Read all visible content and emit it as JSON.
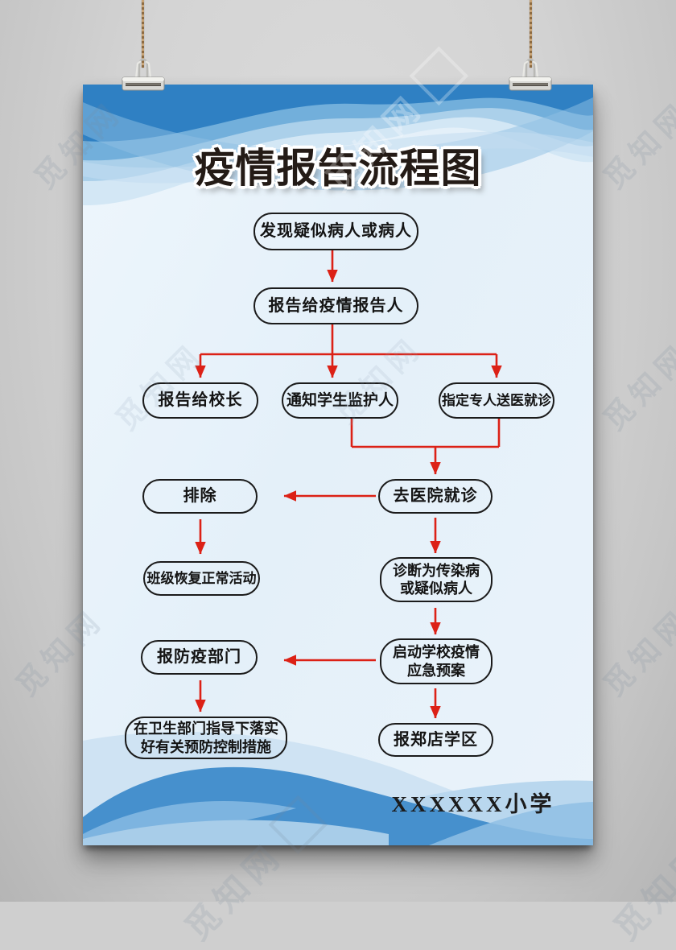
{
  "poster": {
    "title": "疫情报告流程图",
    "school_name": "XXXXXX小学",
    "nodes": {
      "discover": "发现疑似病人或病人",
      "report_reporter": "报告给疫情报告人",
      "report_principal": "报告给校长",
      "notify_guardian": "通知学生监护人",
      "assign_escort": "指定专人送医就诊",
      "hospital": "去医院就诊",
      "exclude": "排除",
      "resume_class": "班级恢复正常活动",
      "diagnosis": [
        "诊断为传染病",
        "或疑似病人"
      ],
      "report_prevention": "报防疫部门",
      "emergency_plan": [
        "启动学校疫情",
        "应急预案"
      ],
      "implement": [
        "在卫生部门指导下落实",
        "好有关预防控制措施"
      ],
      "report_district": "报郑店学区"
    },
    "colors": {
      "arrow_red": "#dc2116",
      "node_border": "#1b1b1b",
      "wave_dark": "#2f80c3",
      "wave_mid": "#6fadda",
      "wave_light": "#a9cfe9",
      "wave_pale": "#d3e7f5",
      "poster_bg": "#eaf3fa"
    }
  },
  "watermark": {
    "text": "觅知网"
  }
}
